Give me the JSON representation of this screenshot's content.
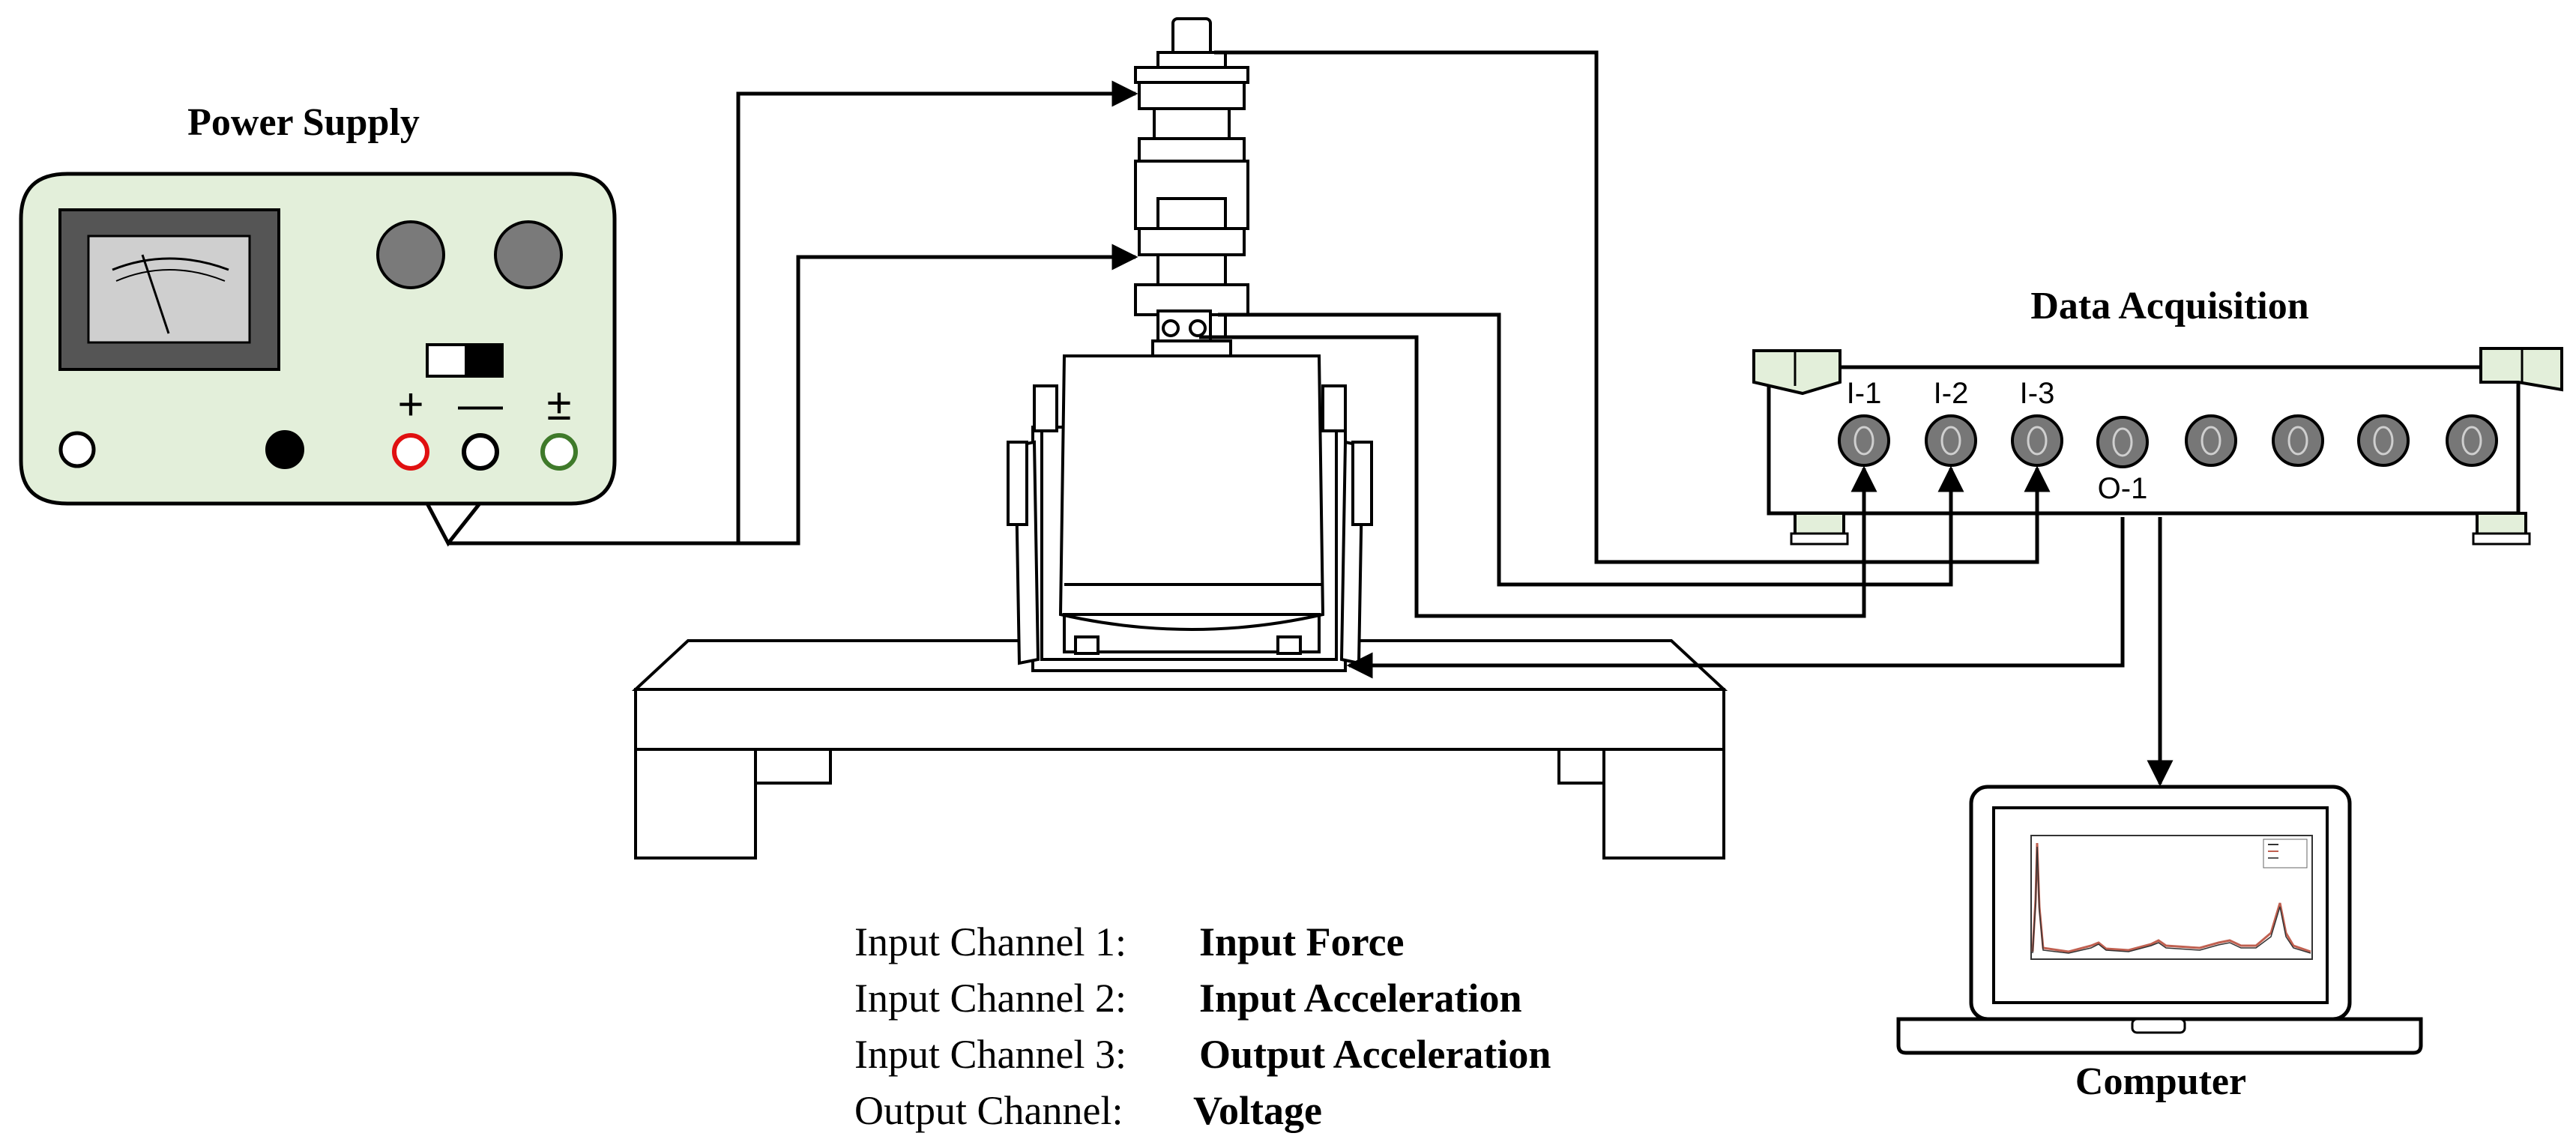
{
  "diagram": {
    "power_supply": {
      "title": "Power Supply",
      "terminals": {
        "plus": "+",
        "minus": "—",
        "ground": "±"
      }
    },
    "data_acquisition": {
      "title": "Data Acquisition",
      "ports": [
        "I-1",
        "I-2",
        "I-3"
      ],
      "output_port": "O-1"
    },
    "computer": {
      "title": "Computer"
    },
    "legend": [
      {
        "key": "Input Channel 1:",
        "value": "Input Force"
      },
      {
        "key": "Input Channel 2:",
        "value": "Input Acceleration"
      },
      {
        "key": "Input Channel 3:",
        "value": "Output Acceleration"
      },
      {
        "key": "Output Channel:",
        "value": "Voltage"
      }
    ],
    "colors": {
      "panel": "#e3efda",
      "line": "#000000",
      "knob": "#7a7a7a",
      "plus_terminal": "#e01010",
      "ground_terminal": "#3f7a2a",
      "screen_dark": "#505050"
    }
  }
}
